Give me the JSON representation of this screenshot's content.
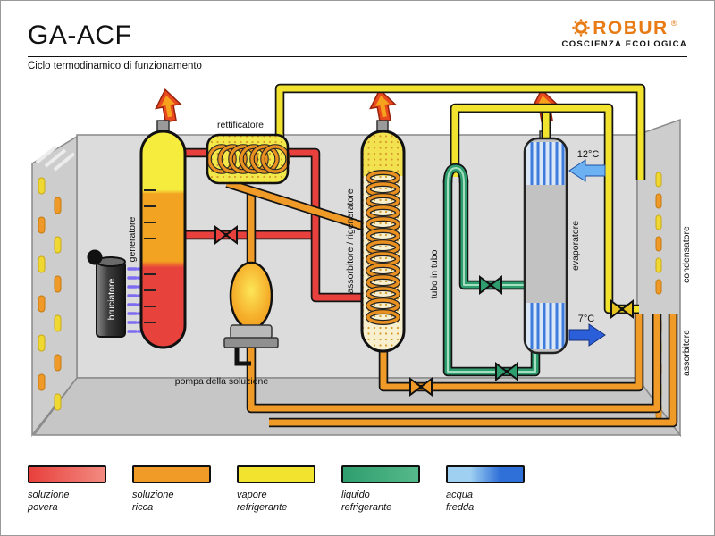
{
  "page": {
    "title": "GA-ACF",
    "subtitle": "Ciclo termodinamico di funzionamento"
  },
  "logo": {
    "name": "ROBUR",
    "registered": "®",
    "tagline": "COSCIENZA ECOLOGICA",
    "color": "#e87b14"
  },
  "diagram": {
    "components": {
      "bruciatore": "bruciatore",
      "generatore": "generatore",
      "rettificatore": "rettificatore",
      "pompa_della_soluzione": "pompa della soluzione",
      "assorbitore_rigeneratore": "assorbitore / rigeneratore",
      "tubo_in_tubo": "tubo in tubo",
      "evaporatore": "evaporatore",
      "condensatore": "condensatore",
      "assorbitore": "assorbitore"
    },
    "water_temperatures": {
      "inlet": "12°C",
      "outlet": "7°C"
    }
  },
  "legend": {
    "items": [
      {
        "line1": "soluzione",
        "line2": "povera",
        "color": "#e8403c"
      },
      {
        "line1": "soluzione",
        "line2": "ricca",
        "color": "#f09a28"
      },
      {
        "line1": "vapore",
        "line2": "refrigerante",
        "color": "#f2e32e"
      },
      {
        "line1": "liquido",
        "line2": "refrigerante",
        "color": "#2f9e6e"
      },
      {
        "line1": "acqua",
        "line2": "fredda",
        "color": "#4a9ce8"
      }
    ]
  }
}
